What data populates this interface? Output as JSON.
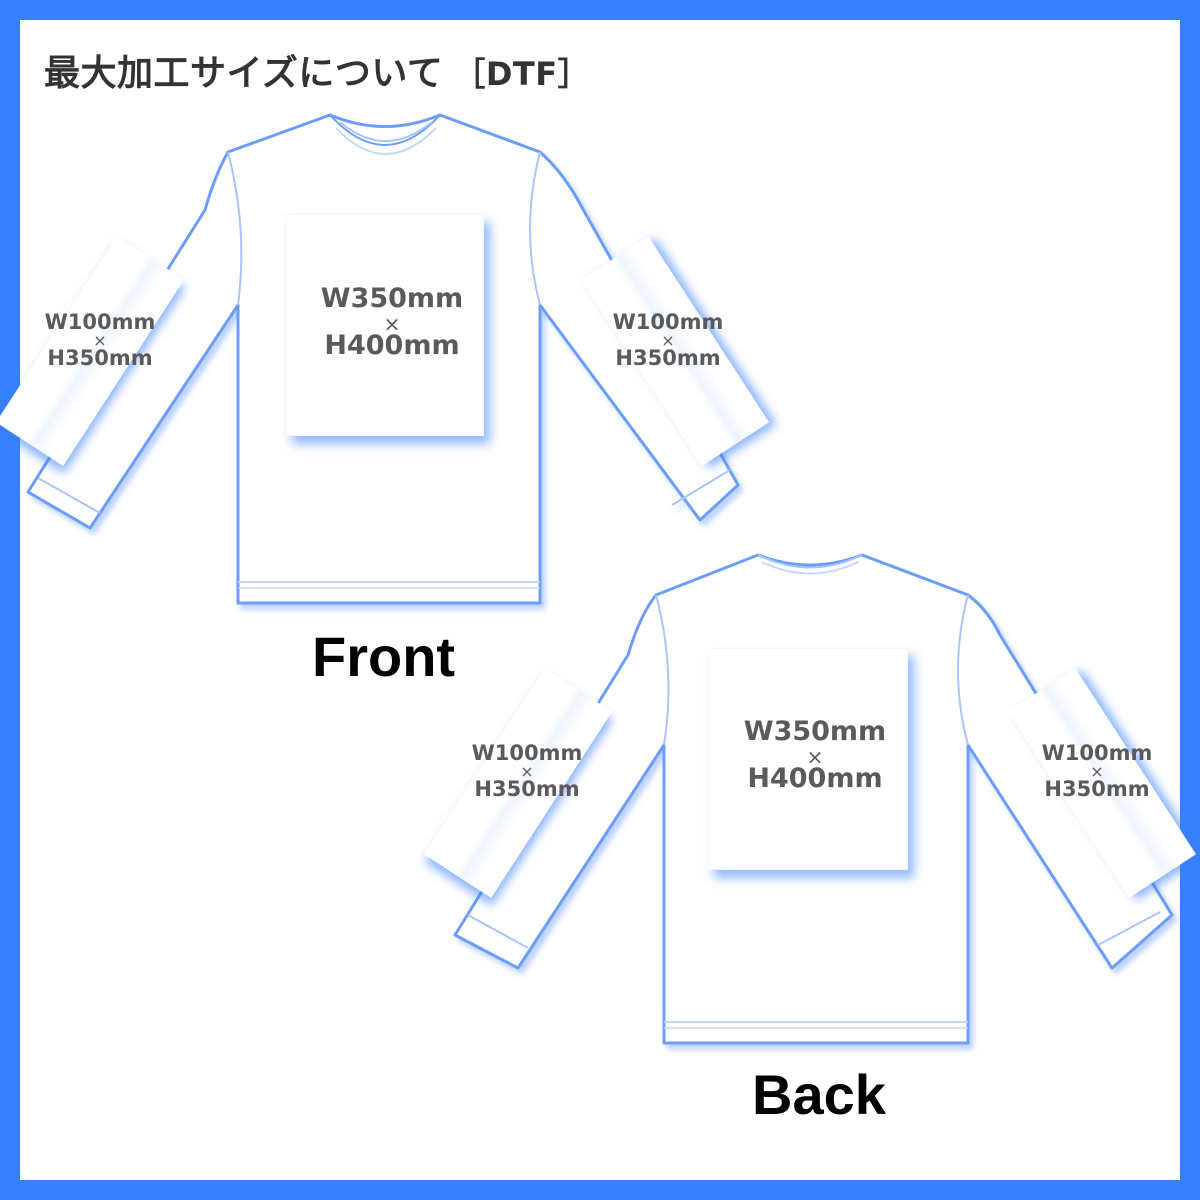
{
  "title": {
    "main": "最大加工サイズについて",
    "method": "［DTF］"
  },
  "colors": {
    "frame": "#3780fd",
    "outline": "#6d9dfb",
    "label_text": "#5a5a5a"
  },
  "front": {
    "side_label": "Front",
    "body": {
      "w": "W350mm",
      "times": "×",
      "h": "H400mm"
    },
    "left_sleeve": {
      "w": "W100mm",
      "times": "×",
      "h": "H350mm"
    },
    "right_sleeve": {
      "w": "W100mm",
      "times": "×",
      "h": "H350mm"
    }
  },
  "back": {
    "side_label": "Back",
    "body": {
      "w": "W350mm",
      "times": "×",
      "h": "H400mm"
    },
    "left_sleeve": {
      "w": "W100mm",
      "times": "×",
      "h": "H350mm"
    },
    "right_sleeve": {
      "w": "W100mm",
      "times": "×",
      "h": "H350mm"
    }
  }
}
